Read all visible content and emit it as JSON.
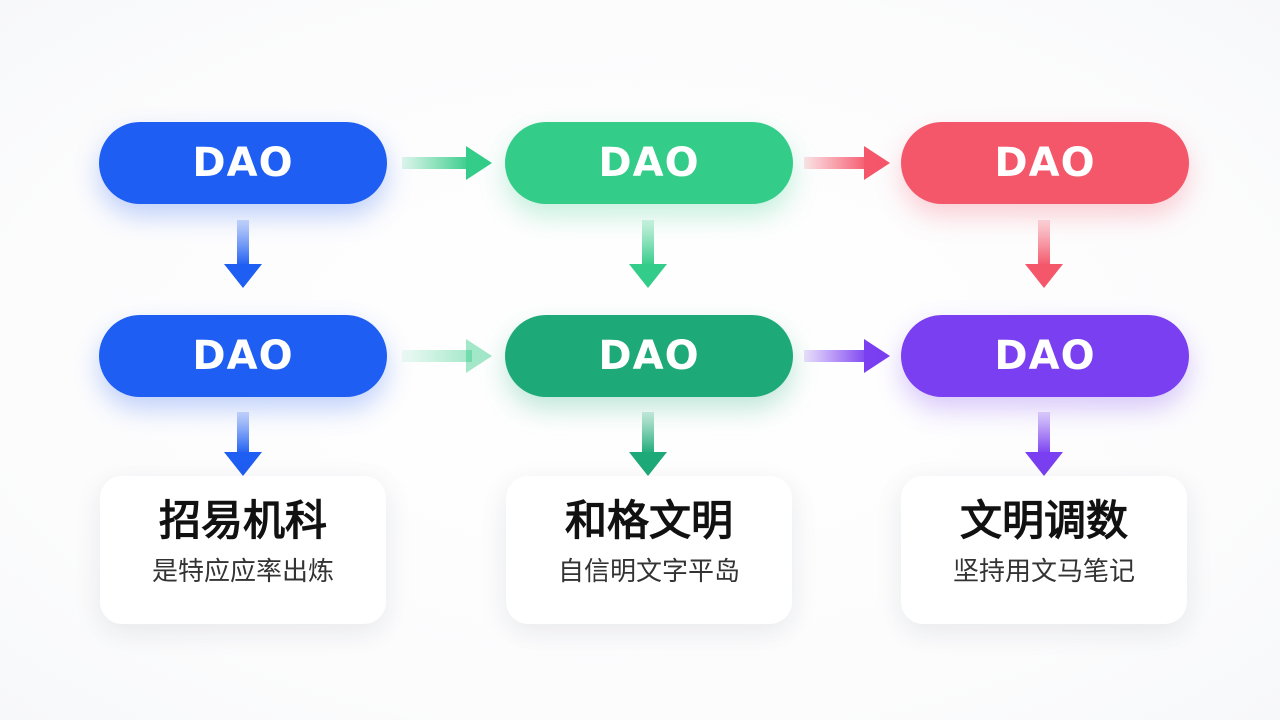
{
  "colors": {
    "blue": "#1f5ef2",
    "green": "#33cc88",
    "green_dark": "#1daa78",
    "red": "#f4566a",
    "purple": "#7a3ff0"
  },
  "row1": {
    "col1_label": "DAO",
    "col2_label": "DAO",
    "col3_label": "DAO"
  },
  "row2": {
    "col1_label": "DAO",
    "col2_label": "DAO",
    "col3_label": "DAO"
  },
  "cards": {
    "col1": {
      "title": "招易机科",
      "subtitle": "是特应应率出炼"
    },
    "col2": {
      "title": "和格文明",
      "subtitle": "自信明文字平岛"
    },
    "col3": {
      "title": "文明调数",
      "subtitle": "坚持用文马笔记"
    }
  }
}
